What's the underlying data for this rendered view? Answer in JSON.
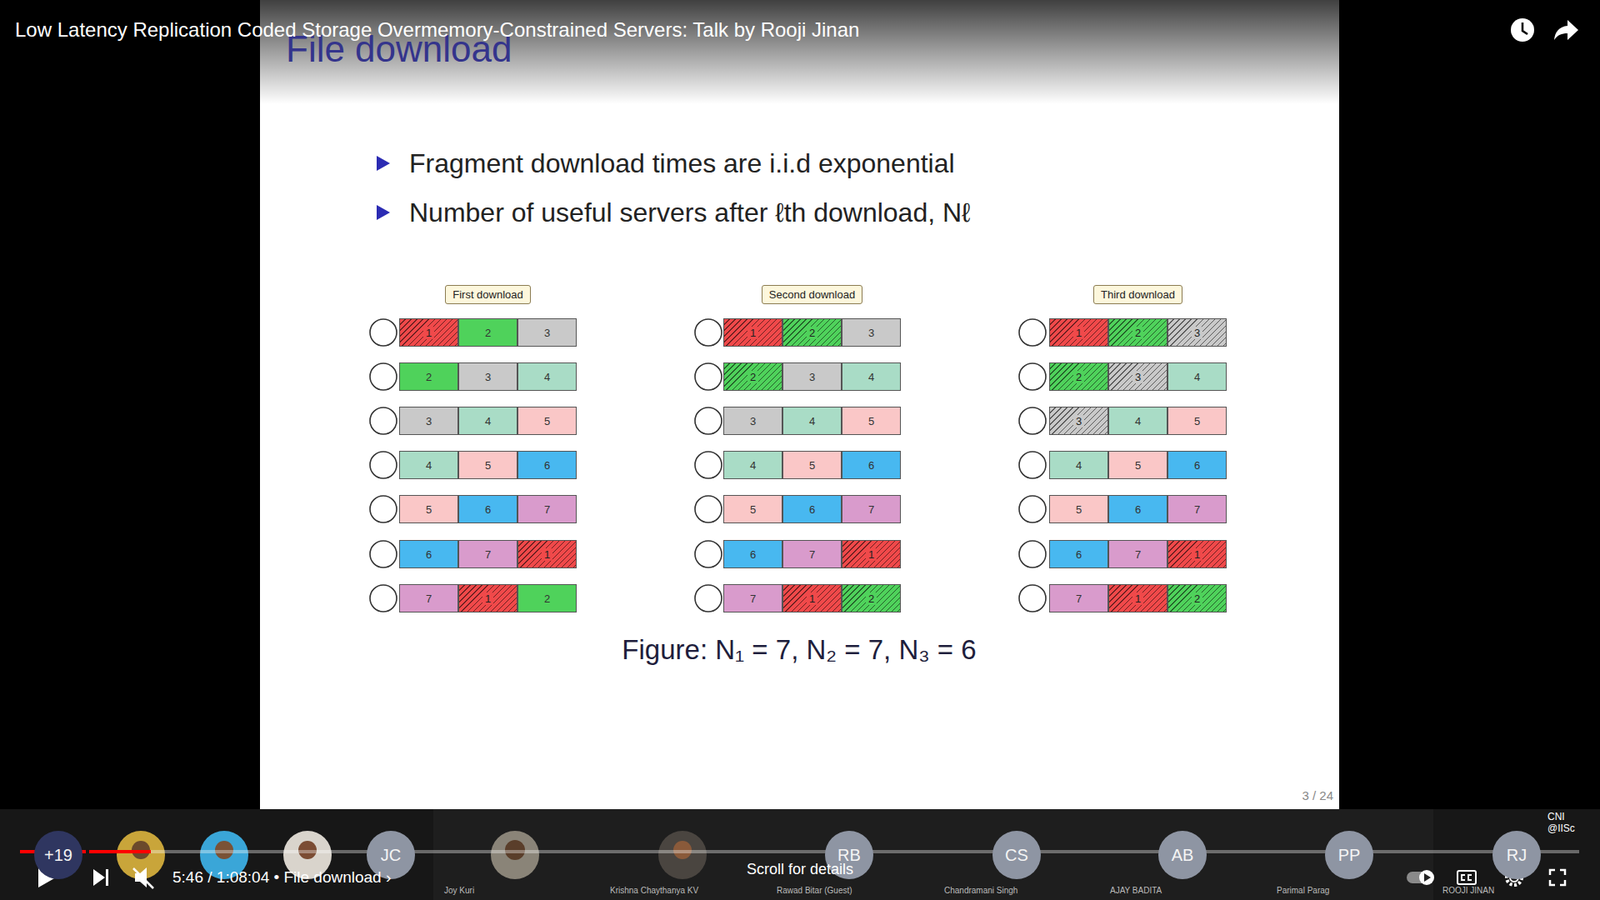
{
  "diagram": {
    "title": "File download",
    "caption": "Figure: N₁ = 7, N₂ = 7, N₃ = 6",
    "nodes": [
      {
        "text": [
          "First download"
        ]
      },
      {
        "text": [
          "1"
        ]
      },
      {
        "text": [
          "2"
        ]
      },
      {
        "text": [
          "3"
        ]
      },
      {
        "text": [
          "2"
        ]
      },
      {
        "text": [
          "3"
        ]
      },
      {
        "text": [
          "4"
        ]
      },
      {
        "text": [
          "3"
        ]
      },
      {
        "text": [
          "4"
        ]
      },
      {
        "text": [
          "5"
        ]
      },
      {
        "text": [
          "4"
        ]
      },
      {
        "text": [
          "5"
        ]
      },
      {
        "text": [
          "6"
        ]
      },
      {
        "text": [
          "5"
        ]
      },
      {
        "text": [
          "6"
        ]
      },
      {
        "text": [
          "7"
        ]
      },
      {
        "text": [
          "6"
        ]
      },
      {
        "text": [
          "7"
        ]
      },
      {
        "text": [
          "1"
        ]
      },
      {
        "text": [
          "7"
        ]
      },
      {
        "text": [
          "1"
        ]
      },
      {
        "text": [
          "2"
        ]
      },
      {
        "text": [
          "Second download"
        ]
      },
      {
        "text": [
          "1"
        ]
      },
      {
        "text": [
          "2"
        ]
      },
      {
        "text": [
          "3"
        ]
      },
      {
        "text": [
          "2"
        ]
      },
      {
        "text": [
          "3"
        ]
      },
      {
        "text": [
          "4"
        ]
      },
      {
        "text": [
          "3"
        ]
      },
      {
        "text": [
          "4"
        ]
      },
      {
        "text": [
          "5"
        ]
      },
      {
        "text": [
          "4"
        ]
      },
      {
        "text": [
          "5"
        ]
      },
      {
        "text": [
          "6"
        ]
      },
      {
        "text": [
          "5"
        ]
      },
      {
        "text": [
          "6"
        ]
      },
      {
        "text": [
          "7"
        ]
      },
      {
        "text": [
          "6"
        ]
      },
      {
        "text": [
          "7"
        ]
      },
      {
        "text": [
          "1"
        ]
      },
      {
        "text": [
          "7"
        ]
      },
      {
        "text": [
          "1"
        ]
      },
      {
        "text": [
          "2"
        ]
      },
      {
        "text": [
          "Third download"
        ]
      },
      {
        "text": [
          "1"
        ]
      },
      {
        "text": [
          "2"
        ]
      },
      {
        "text": [
          "3"
        ]
      },
      {
        "text": [
          "2"
        ]
      },
      {
        "text": [
          "3"
        ]
      },
      {
        "text": [
          "4"
        ]
      },
      {
        "text": [
          "3"
        ]
      },
      {
        "text": [
          "4"
        ]
      },
      {
        "text": [
          "5"
        ]
      },
      {
        "text": [
          "4"
        ]
      },
      {
        "text": [
          "5"
        ]
      },
      {
        "text": [
          "6"
        ]
      },
      {
        "text": [
          "5"
        ]
      },
      {
        "text": [
          "6"
        ]
      },
      {
        "text": [
          "7"
        ]
      },
      {
        "text": [
          "6"
        ]
      },
      {
        "text": [
          "7"
        ]
      },
      {
        "text": [
          "1"
        ]
      },
      {
        "text": [
          "7"
        ]
      },
      {
        "text": [
          "1"
        ]
      },
      {
        "text": [
          "2"
        ]
      },
      {
        "text": [
          "+19"
        ]
      },
      {
        "text": [
          "JC"
        ]
      },
      {
        "text": [
          "RB"
        ]
      },
      {
        "text": [
          "CS"
        ]
      },
      {
        "text": [
          "AB"
        ]
      },
      {
        "text": [
          "PP"
        ]
      },
      {
        "text": [
          "RJ"
        ]
      }
    ],
    "labels": [
      "Low Latency Replication Coded Storage Overmemory-Constrained Servers: Talk by Rooji Jinan",
      "Fragment download times are i.i.d exponential",
      "Number of useful servers after ℓth download, Nℓ",
      "3 / 24",
      "5:46 / 1:08:04 • File download ›",
      "Joy Kuri",
      "Krishna Chaythanya KV",
      "Rawad Bitar (Guest)",
      "Chandramani Singh",
      "AJAY BADITA",
      "Parimal Parag",
      "ROOJI JINAN",
      "Scroll for details",
      "CNI @IISc"
    ]
  }
}
